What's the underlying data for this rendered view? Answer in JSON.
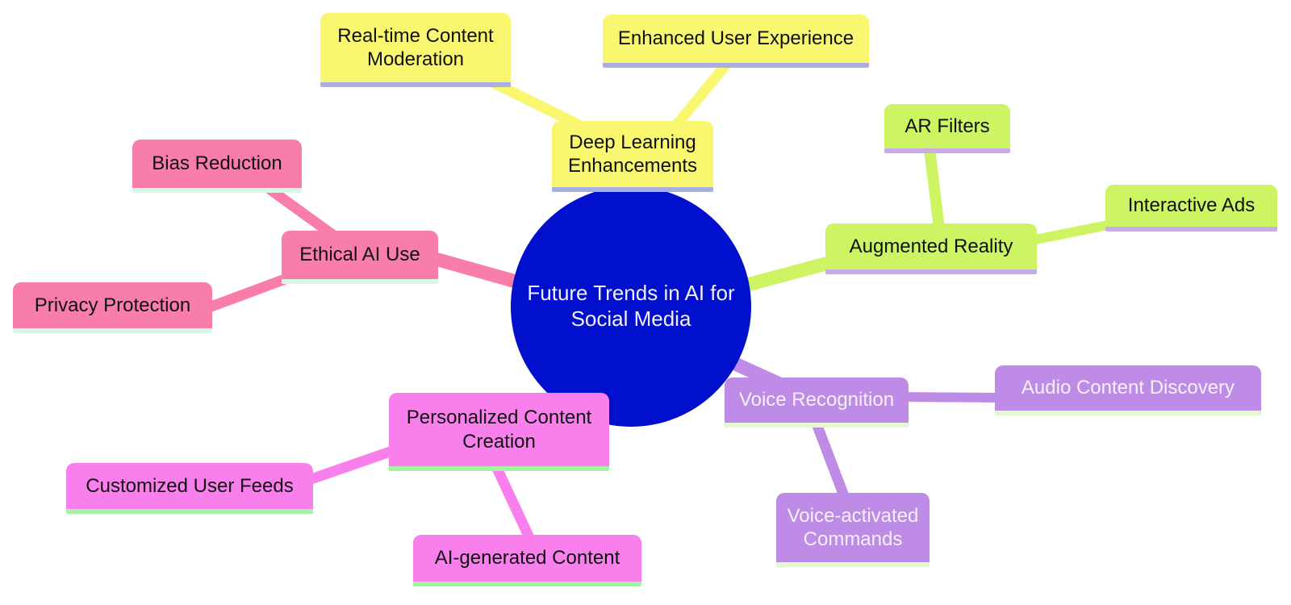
{
  "diagram": {
    "type": "mindmap",
    "title": "Future Trends in AI for Social Media mindmap",
    "root": {
      "label": "Future Trends in AI for Social Media",
      "label_lines": [
        "Future Trends in AI for",
        "Social Media"
      ],
      "shape": "circle",
      "fill": "#0010CC",
      "text_color": "#F2EEF8"
    },
    "branches": [
      {
        "label": "Deep Learning Enhancements",
        "fill": "#F9F770",
        "underline": "#A9AFE2",
        "text_color": "#111111",
        "children": [
          {
            "label": "Real-time Content Moderation"
          },
          {
            "label": "Enhanced User Experience"
          }
        ]
      },
      {
        "label": "Augmented Reality",
        "fill": "#CCF463",
        "underline": "#C9ABE8",
        "text_color": "#111111",
        "children": [
          {
            "label": "AR Filters"
          },
          {
            "label": "Interactive Ads"
          }
        ]
      },
      {
        "label": "Voice Recognition",
        "fill": "#BE8CE6",
        "underline": "#E2F8CD",
        "text_color": "#F4F0FA",
        "children": [
          {
            "label": "Audio Content Discovery"
          },
          {
            "label": "Voice-activated Commands"
          }
        ]
      },
      {
        "label": "Personalized Content Creation",
        "fill": "#F87FEC",
        "underline": "#A5F2A3",
        "text_color": "#111111",
        "children": [
          {
            "label": "Customized User Feeds"
          },
          {
            "label": "AI-generated Content"
          }
        ]
      },
      {
        "label": "Ethical AI Use",
        "fill": "#F87DAB",
        "underline": "#D9F7E8",
        "text_color": "#111111",
        "children": [
          {
            "label": "Bias Reduction"
          },
          {
            "label": "Privacy Protection"
          }
        ]
      }
    ]
  }
}
